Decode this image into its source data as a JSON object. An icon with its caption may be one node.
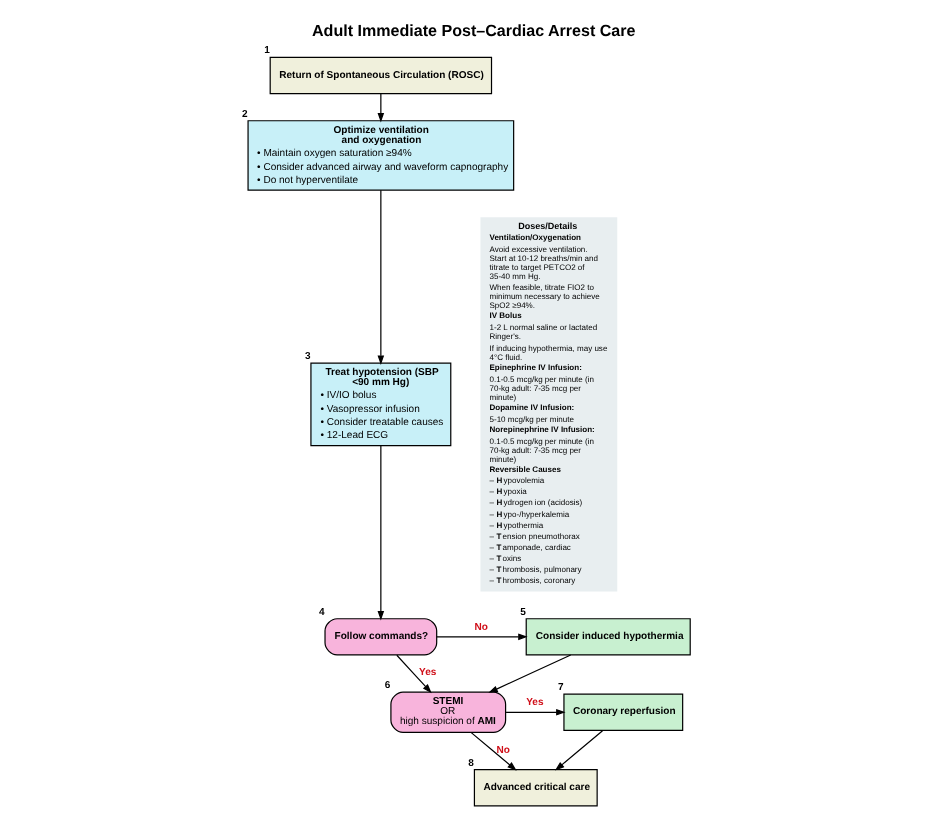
{
  "diagram": {
    "title": "Adult Immediate Post–Cardiac Arrest Care",
    "nodes": [
      {
        "text": [
          "Return of Spontaneous Circulation (ROSC)"
        ],
        "beside": [
          "1"
        ]
      },
      {
        "text": [
          "Optimize ventilation and oxygenation",
          "• Maintain oxygen saturation ≥94%",
          "• Consider advanced airway and waveform capnography",
          "• Do not hyperventilate"
        ],
        "beside": [
          "2"
        ]
      },
      {
        "text": [
          "Treat hypotension (SBP <90 mm Hg)",
          "• IV/IO bolus",
          "• Vasopressor infusion",
          "• Consider treatable causes",
          "• 12-Lead ECG"
        ],
        "beside": [
          "3"
        ]
      },
      {
        "text": [
          "Follow commands?"
        ],
        "beside": [
          "4"
        ]
      },
      {
        "text": [
          "Consider induced hypothermia"
        ],
        "beside": [
          "5"
        ]
      },
      {
        "text": [
          "**STEMI** OR high suspicion of **AMI**"
        ],
        "beside": [
          "6"
        ]
      },
      {
        "text": [
          "Coronary reperfusion"
        ],
        "beside": [
          "7"
        ]
      },
      {
        "text": [
          "Advanced critical care"
        ],
        "beside": [
          "8"
        ]
      },
      {
        "text": [
          "Doses/Details",
          "Ventilation/Oxygenation",
          "Avoid excessive ventilation. Start at 10-12 breaths/min and titrate to target PETCO2 of 35-40 mm Hg.",
          "When feasible, titrate FIO2 to minimum necessary to achieve SpO2 ≥94%.",
          "IV Bolus",
          "1-2 L normal saline or lactated Ringer's.",
          "If inducing hypothermia, may use 4°C fluid.",
          "Epinephrine IV Infusion:",
          "0.1-0.5 mcg/kg per minute (in 70-kg adult: 7-35 mcg per minute)",
          "Dopamine IV Infusion:",
          "5-10 mcg/kg per minute",
          "Norepinephrine IV Infusion:",
          "0.1-0.5 mcg/kg per minute (in 70-kg adult: 7-35 mcg per minute)",
          "Reversible Causes",
          "– **H**ypovolemia",
          "– **H**ypoxia",
          "– **H**ydrogen ion (acidosis)",
          "– **H**ypo-/hyperkalemia",
          "– **H**ypothermia",
          "– **T**ension pneumothorax",
          "– **T**amponade, cardiac",
          "– **T**oxins",
          "– **T**hrombosis, pulmonary",
          "– **T**hrombosis, coronary"
        ]
      }
    ],
    "edges": [
      {
        "from": 0,
        "to": 1,
        "arrow": "to"
      },
      {
        "from": 1,
        "to": 2,
        "arrow": "to"
      },
      {
        "from": 2,
        "to": 3,
        "arrow": "to"
      },
      {
        "from": 3,
        "to": 4,
        "arrow": "to",
        "label": "No"
      },
      {
        "from": 3,
        "to": 5,
        "arrow": "to",
        "label": "Yes"
      },
      {
        "from": 4,
        "to": 5,
        "arrow": "to"
      },
      {
        "from": 5,
        "to": 6,
        "arrow": "to",
        "label": "Yes"
      },
      {
        "from": 5,
        "to": 7,
        "arrow": "to",
        "label": "No"
      },
      {
        "from": 6,
        "to": 7,
        "arrow": "to"
      }
    ]
  }
}
